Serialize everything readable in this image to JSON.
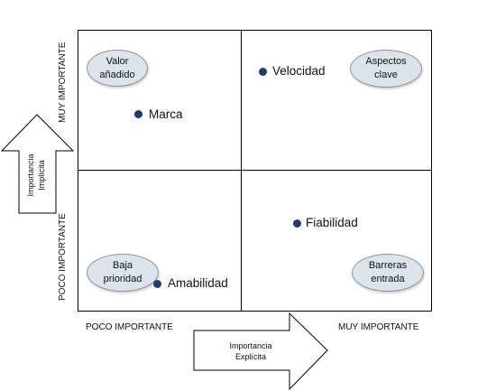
{
  "quadrant_chart": {
    "y_axis": {
      "top_label": "MUY IMPORTANTE",
      "bottom_label": "POCO IMPORTANTE",
      "arrow_label": [
        "Importancia",
        "Implícita"
      ]
    },
    "x_axis": {
      "left_label": "POCO IMPORTANTE",
      "right_label": "MUY IMPORTANTE",
      "arrow_label": [
        "Importancia",
        "Explícita"
      ]
    },
    "quadrant_labels": [
      {
        "lines": [
          "Valor",
          "añadido"
        ]
      },
      {
        "lines": [
          "Aspectos",
          "clave"
        ]
      },
      {
        "lines": [
          "Baja",
          "prioridad"
        ]
      },
      {
        "lines": [
          "Barreras",
          "entrada"
        ]
      }
    ],
    "points": [
      {
        "label": "Velocidad"
      },
      {
        "label": "Marca"
      },
      {
        "label": "Fiabilidad"
      },
      {
        "label": "Amabilidad"
      }
    ],
    "colors": {
      "point": "#1f3b73",
      "ellipse_fill": "#dde3eb",
      "ellipse_border": "#8a95a3",
      "grid": "#000000"
    }
  }
}
